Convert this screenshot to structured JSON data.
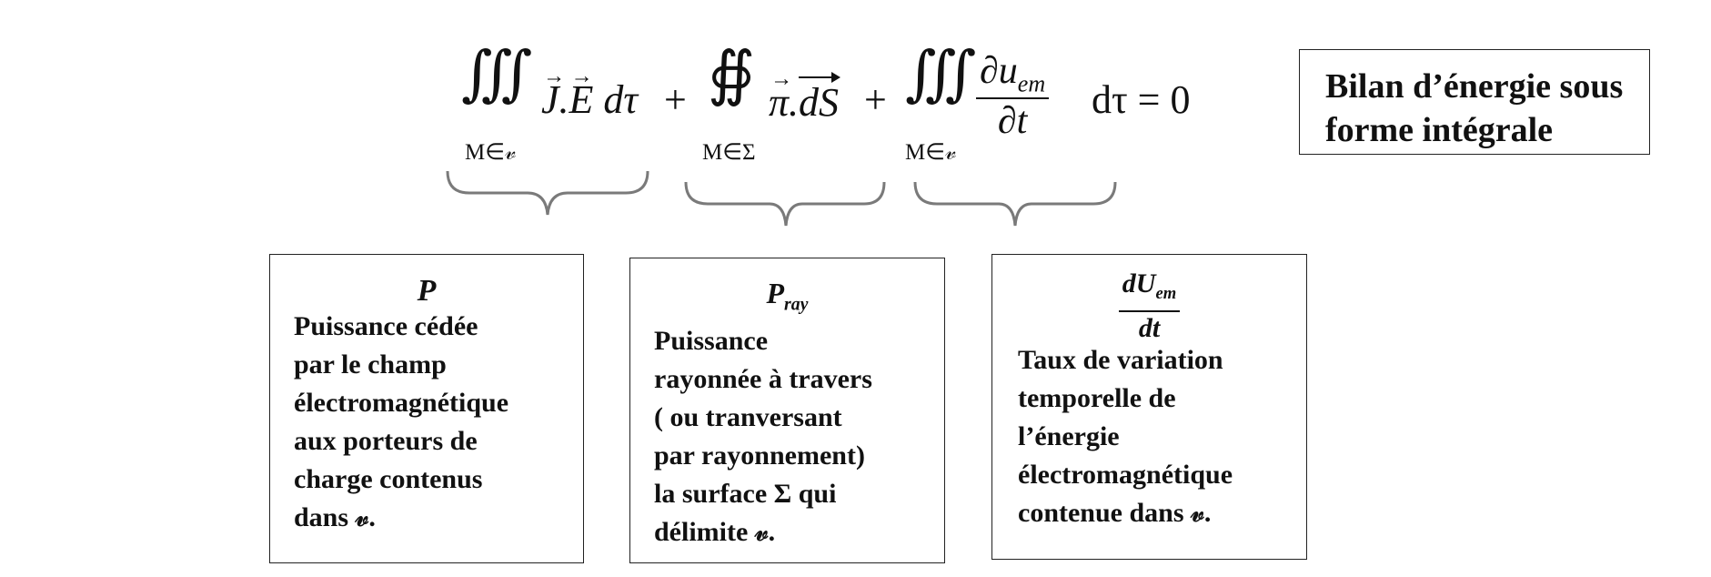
{
  "title_box": {
    "text": "Bilan d’énergie sous forme intégrale"
  },
  "equation": {
    "term1_sub": "M∈𝓋",
    "term1_body": "J.E dτ",
    "plus1": "+",
    "term2_sub": "M∈Σ",
    "term2_body": "π.dS",
    "plus2": "+",
    "term3_sub": "M∈𝓋",
    "term3_num": "∂u",
    "term3_num_sub": "em",
    "term3_den": "∂t",
    "term3_tail": "dτ = 0"
  },
  "boxes": [
    {
      "symbol": "P",
      "text": "Puissance cédée\npar le champ\nélectromagnétique\naux porteurs de\ncharge contenus\ndans 𝓋."
    },
    {
      "symbol": "P",
      "symbol_sub": "ray",
      "text": "Puissance\nrayonnée à travers\n( ou tranversant\npar rayonnement)\nla surface Σ qui\ndélimite 𝓋."
    },
    {
      "symbol_num": "dU",
      "symbol_num_sub": "em",
      "symbol_den": "dt",
      "text": "Taux de variation\ntemporelle de\nl’énergie\nélectromagnétique\ncontenue dans 𝓋."
    }
  ]
}
